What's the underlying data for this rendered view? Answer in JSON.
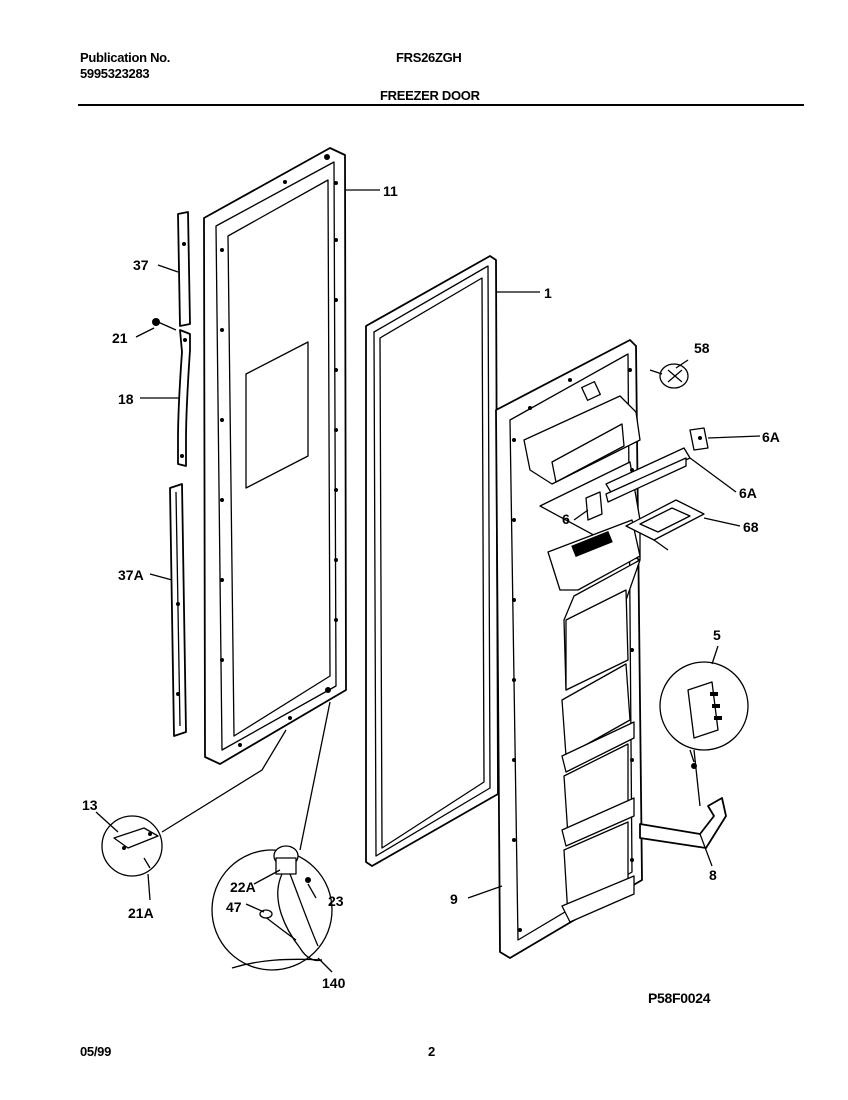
{
  "header": {
    "publication_label": "Publication No.",
    "publication_number": "5995323283",
    "model": "FRS26ZGH",
    "section_title": "FREEZER DOOR"
  },
  "footer": {
    "date": "05/99",
    "page": "2",
    "figure_code": "P58F0024"
  },
  "callouts": {
    "c11": "11",
    "c1": "1",
    "c37": "37",
    "c21": "21",
    "c18": "18",
    "c37A": "37A",
    "c58": "58",
    "c6A_top": "6A",
    "c6A": "6A",
    "c6": "6",
    "c68": "68",
    "c5": "5",
    "c8": "8",
    "c9": "9",
    "c13": "13",
    "c21A": "21A",
    "c22A": "22A",
    "c47": "47",
    "c23": "23",
    "c140": "140"
  }
}
